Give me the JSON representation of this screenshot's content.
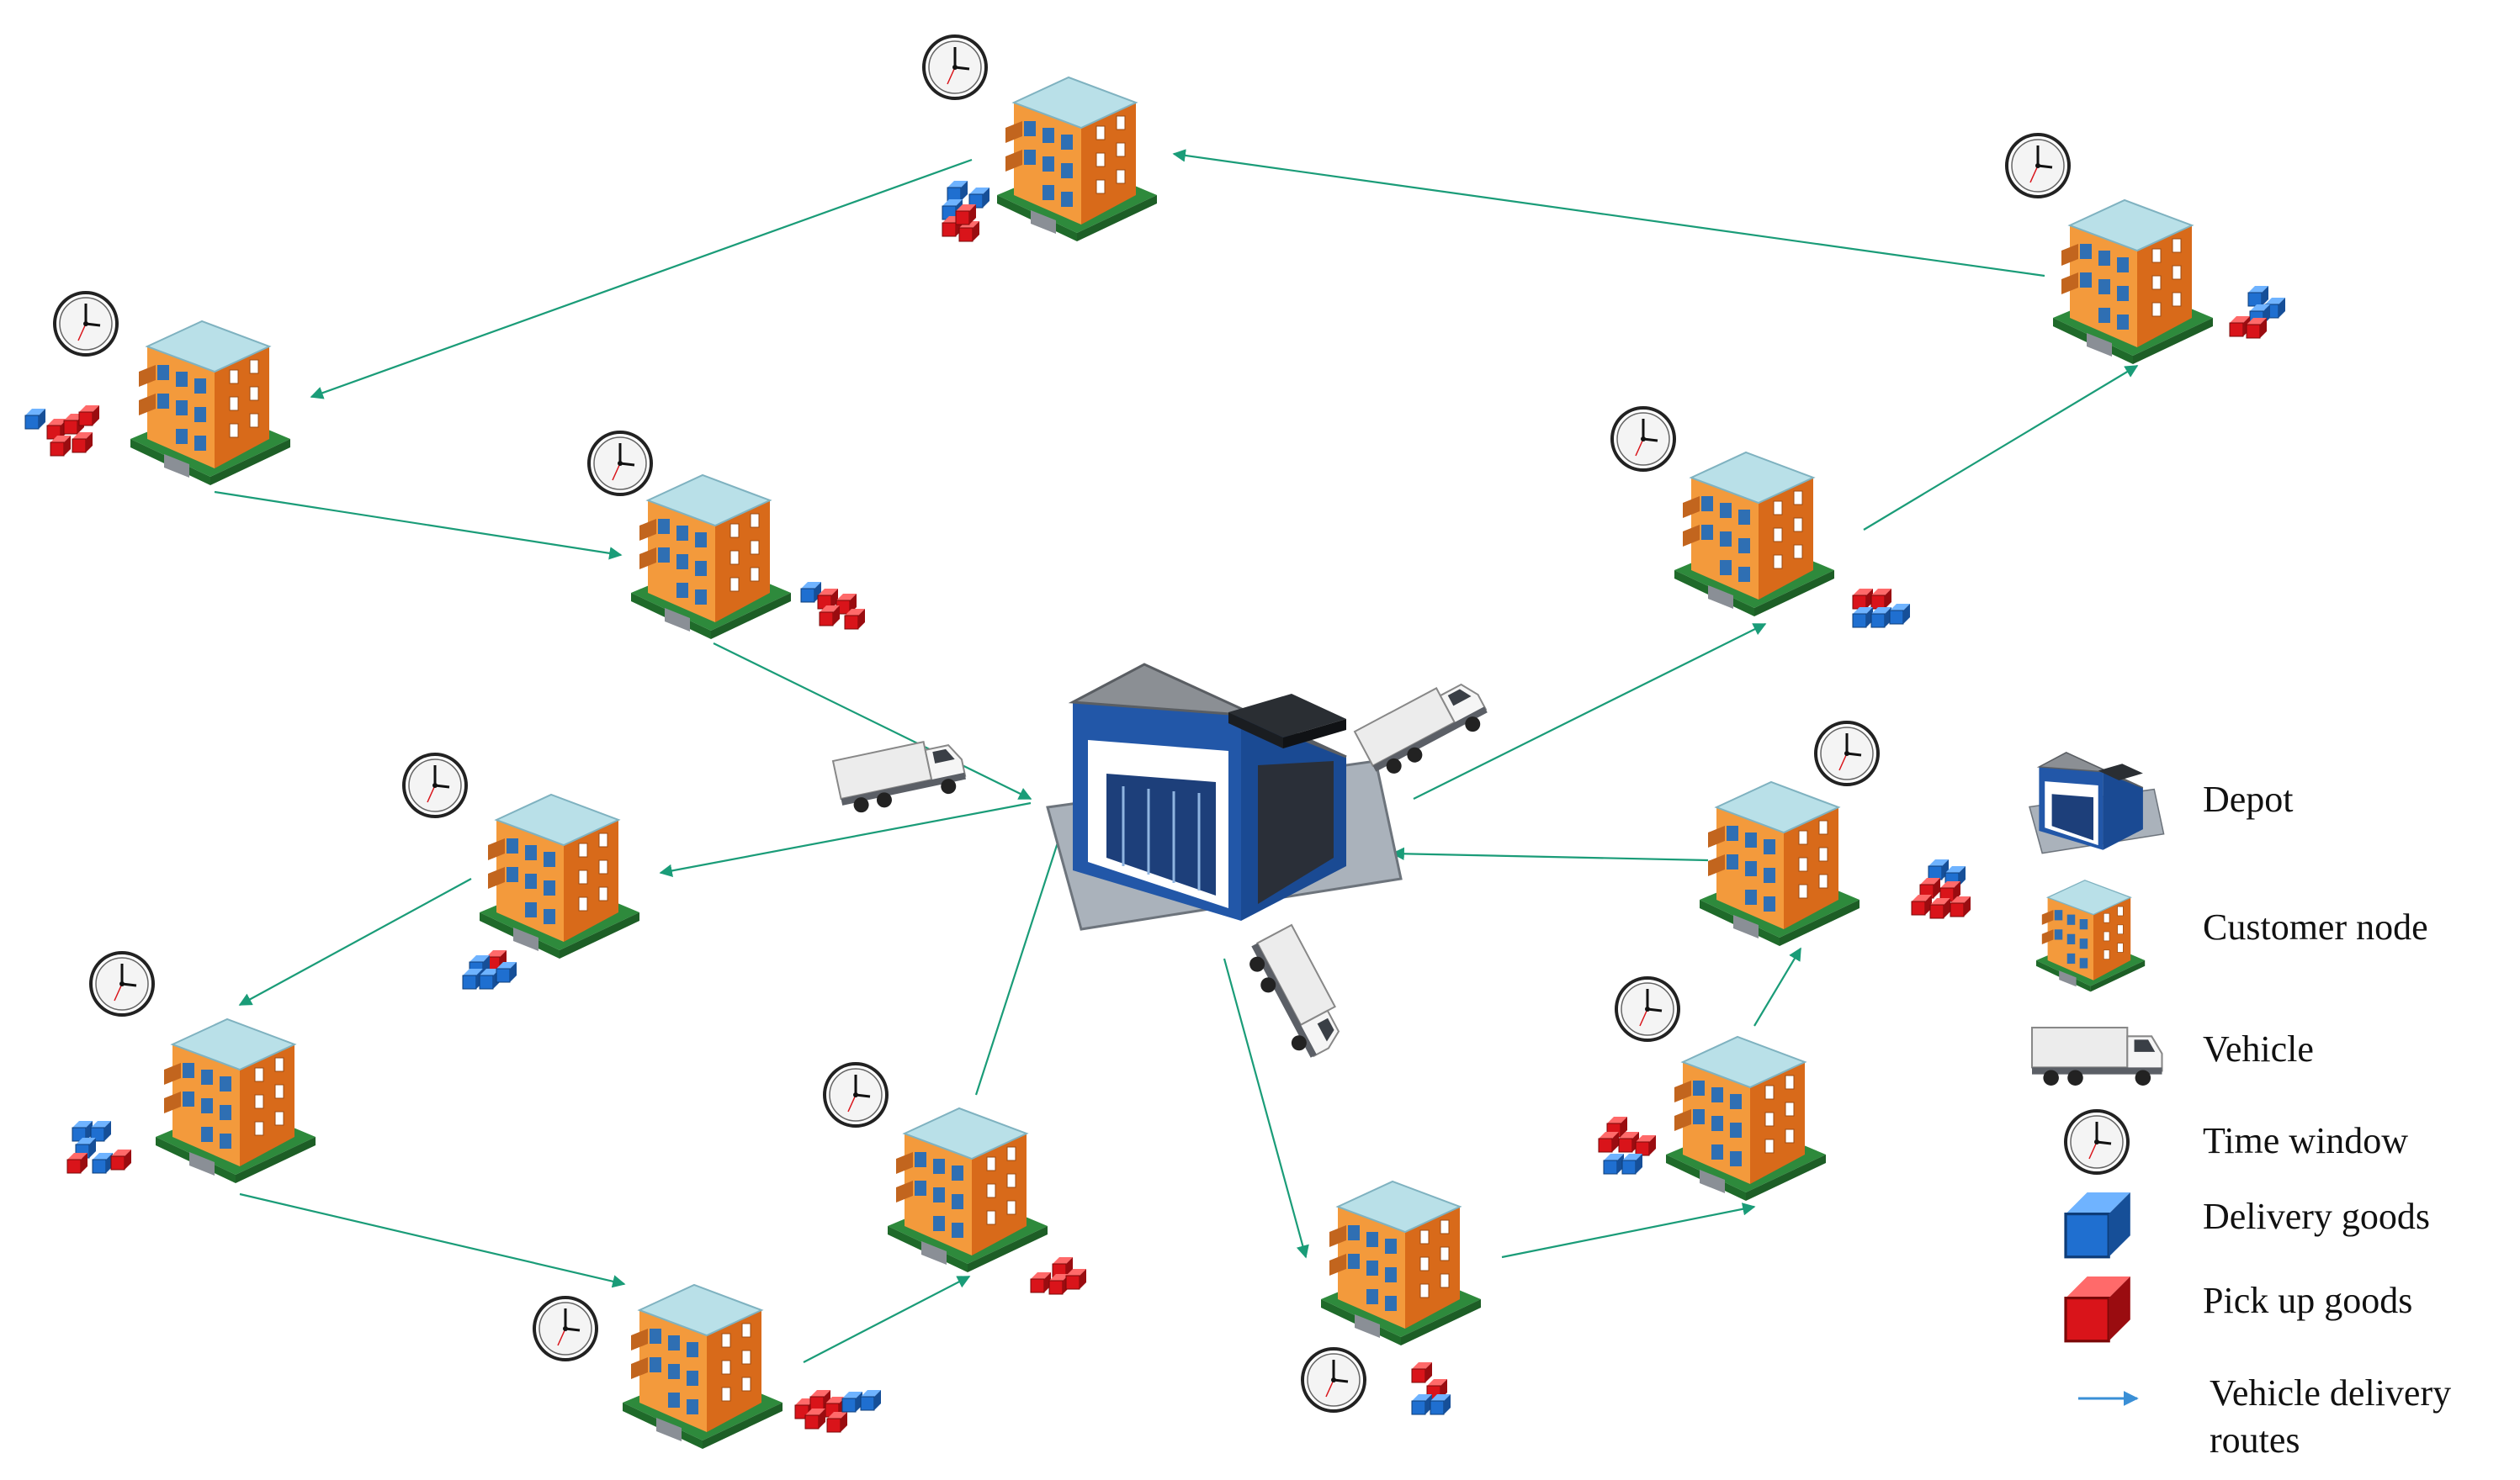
{
  "colors": {
    "route": "#1a9c78",
    "legend_route": "#3a8fd6",
    "building_wall_orange": "#f39a3c",
    "building_wall_side": "#d86a1a",
    "building_roof": "#b9e0e8",
    "delivery_box": "#1f6fd0",
    "pickup_box": "#d9141a",
    "depot_roof": "#8b8f94",
    "depot_wall": "#2257a8"
  },
  "icons": [
    "depot-icon",
    "building-icon",
    "truck-icon",
    "clock-icon",
    "delivery-box-icon",
    "pickup-box-icon",
    "route-arrow-icon"
  ],
  "legend": {
    "depot": "Depot",
    "customer_node": "Customer node",
    "vehicle": "Vehicle",
    "time_window": "Time window",
    "delivery_goods": "Delivery goods",
    "pickup_goods": "Pick up goods",
    "routes_line1": "Vehicle delivery",
    "routes_line2": "routes"
  }
}
